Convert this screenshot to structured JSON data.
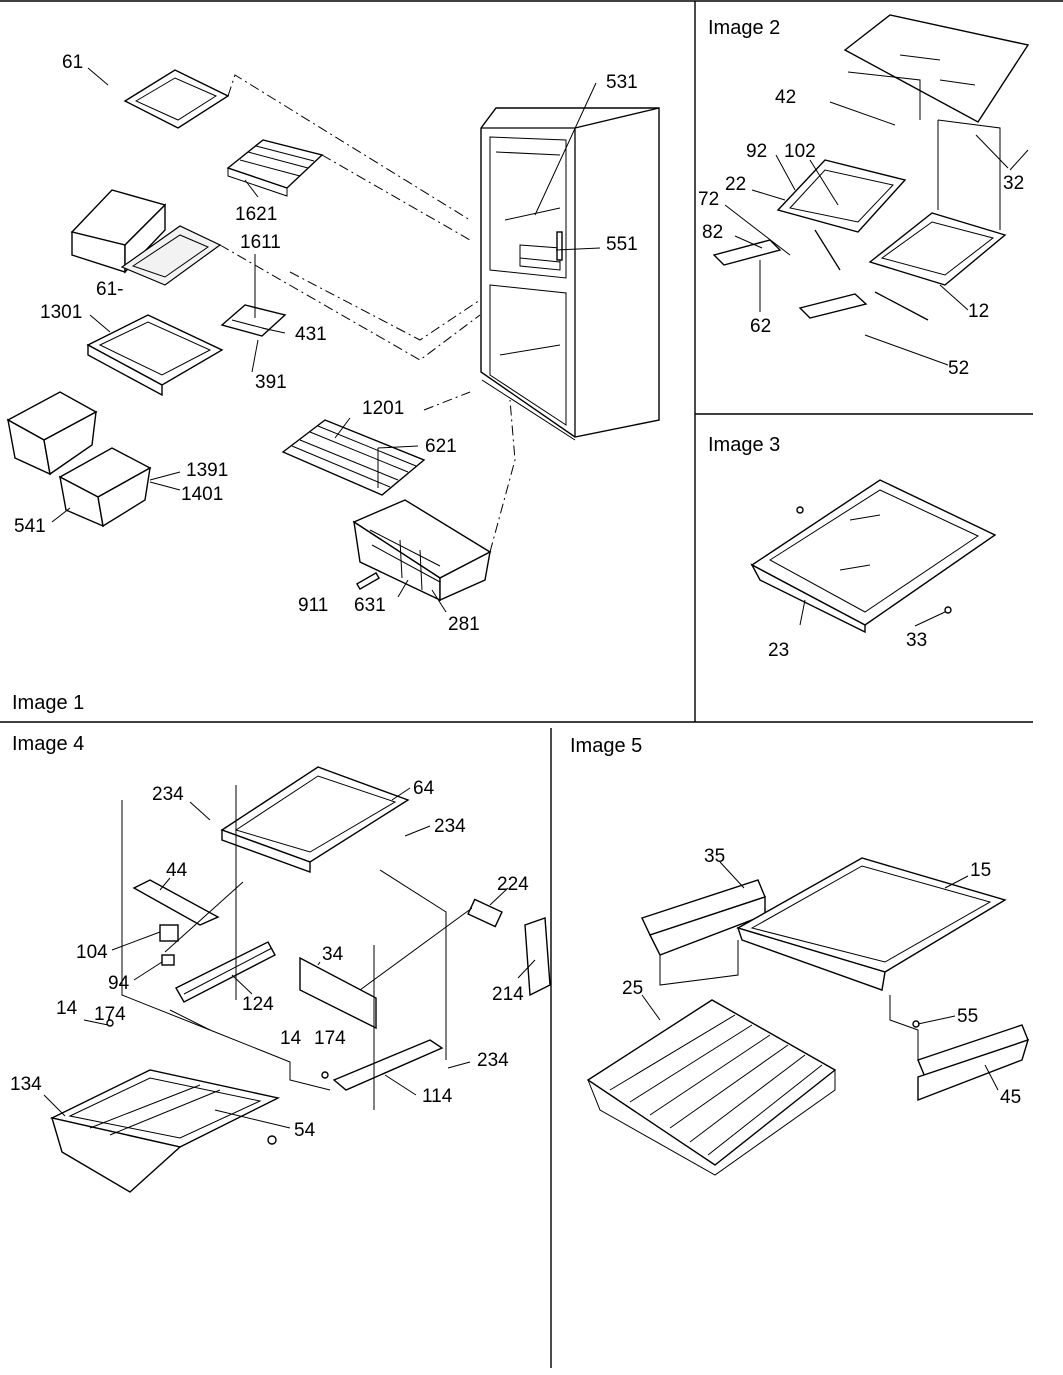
{
  "panels": [
    {
      "id": "image1",
      "caption": "Image 1"
    },
    {
      "id": "image2",
      "caption": "Image 2"
    },
    {
      "id": "image3",
      "caption": "Image 3"
    },
    {
      "id": "image4",
      "caption": "Image 4"
    },
    {
      "id": "image5",
      "caption": "Image 5"
    }
  ],
  "callouts": {
    "image1": [
      "61",
      "1621",
      "61-",
      "1611",
      "1301",
      "431",
      "391",
      "1201",
      "621",
      "1391",
      "1401",
      "541",
      "911",
      "631",
      "281",
      "531",
      "551"
    ],
    "image2": [
      "42",
      "92",
      "102",
      "22",
      "72",
      "82",
      "62",
      "32",
      "12",
      "52"
    ],
    "image3": [
      "23",
      "33"
    ],
    "image4": [
      "234",
      "64",
      "234",
      "44",
      "104",
      "94",
      "124",
      "34",
      "224",
      "214",
      "14",
      "174",
      "134",
      "54",
      "14",
      "174",
      "114",
      "234"
    ],
    "image5": [
      "35",
      "15",
      "25",
      "55",
      "45"
    ]
  }
}
